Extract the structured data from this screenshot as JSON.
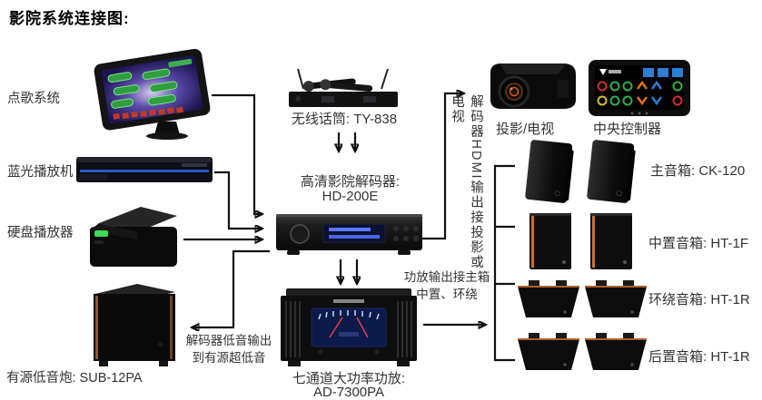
{
  "title": "影院系统连接图:",
  "left_devices": {
    "karaoke": "点歌系统",
    "bluray": "蓝光播放机",
    "hdd": "硬盘播放器",
    "subwoofer": "有源低音炮: SUB-12PA"
  },
  "center_devices": {
    "mic": "无线话筒: TY-838",
    "decoder_line1": "高清影院解码器:",
    "decoder_line2": "HD-200E",
    "amp_line1": "七通道大功率功放:",
    "amp_line2": "AD-7300PA"
  },
  "right_devices": {
    "projector": "投影/电视",
    "controller": "中央控制器",
    "speaker_main": "主音箱: CK-120",
    "speaker_center": "中置音箱: HT-1F",
    "speaker_surround": "环绕音箱: HT-1R",
    "speaker_rear": "后置音箱: HT-1R"
  },
  "annotations": {
    "hdmi_out": "解码器HDMI输出接投影或电视",
    "sub_out_line1": "解码器低音输出",
    "sub_out_line2": "到有源超低音",
    "amp_out_line1": "功放输出接主箱",
    "amp_out_line2": "中置、环绕"
  },
  "colors": {
    "line": "#111111",
    "text": "#333333",
    "accent-orange": "#c9732c",
    "display-blue": "#14245e",
    "led-green": "#3ddc55"
  }
}
